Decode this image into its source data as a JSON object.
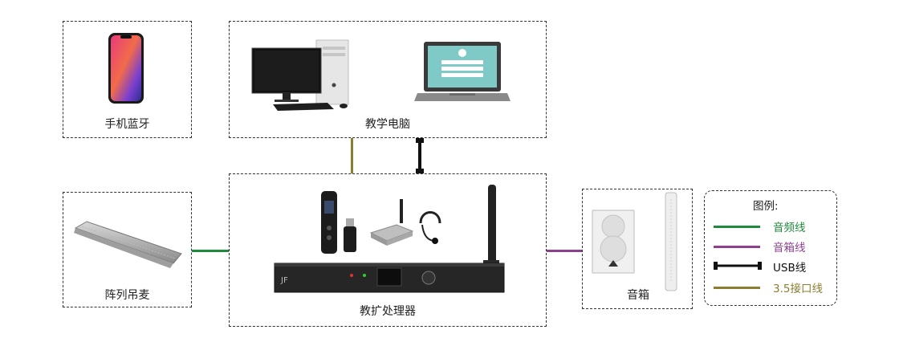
{
  "nodes": {
    "phone": {
      "label": "手机蓝牙"
    },
    "computer": {
      "label": "教学电脑"
    },
    "mic_array": {
      "label": "阵列吊麦"
    },
    "processor": {
      "label": "教扩处理器"
    },
    "speaker": {
      "label": "音箱"
    }
  },
  "legend": {
    "title": "图例:",
    "items": [
      {
        "label": "音频线",
        "color": "#1e8a3c",
        "style": "line"
      },
      {
        "label": "音箱线",
        "color": "#8e3f91",
        "style": "line"
      },
      {
        "label": "USB线",
        "color": "#111111",
        "style": "usb"
      },
      {
        "label": "3.5接口线",
        "color": "#8a7d2e",
        "style": "line"
      }
    ]
  },
  "colors": {
    "audio": "#1e8a3c",
    "speaker": "#8e3f91",
    "usb": "#111111",
    "aux": "#8a7d2e"
  }
}
